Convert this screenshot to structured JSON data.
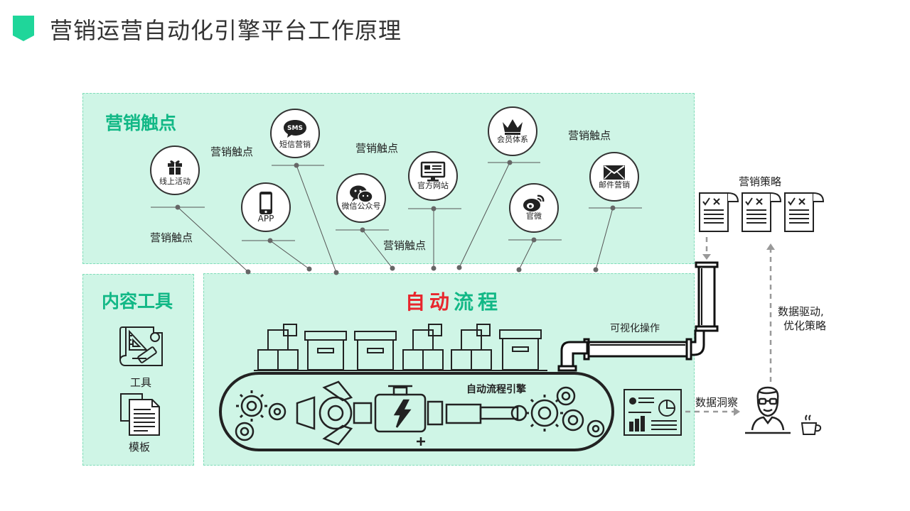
{
  "header": {
    "title": "营销运营自动化引擎平台工作原理",
    "accent": "#1fd69a"
  },
  "touchpoints": {
    "heading": "营销触点",
    "repeat_label": "营销触点",
    "items": [
      {
        "caption": "线上活动",
        "icon": "gift-icon"
      },
      {
        "caption": "APP",
        "icon": "phone-icon"
      },
      {
        "caption": "短信营销",
        "icon": "sms-bubble-icon"
      },
      {
        "caption": "微信公众号",
        "icon": "wechat-icon"
      },
      {
        "caption": "官方网站",
        "icon": "website-icon"
      },
      {
        "caption": "会员体系",
        "icon": "crown-icon"
      },
      {
        "caption": "官微",
        "icon": "weibo-icon"
      },
      {
        "caption": "邮件营销",
        "icon": "mail-icon"
      }
    ]
  },
  "content_tools": {
    "heading": "内容工具",
    "items": [
      {
        "caption": "工具",
        "icon": "blueprint-tools-icon"
      },
      {
        "caption": "模板",
        "icon": "document-template-icon"
      }
    ]
  },
  "automation": {
    "heading_red": "自动",
    "heading_green": "流程",
    "engine_label": "自动流程引擎",
    "pipe_label": "可视化操作"
  },
  "strategy": {
    "label": "营销策略",
    "driven_line1": "数据驱动,",
    "driven_line2": "优化策略",
    "insight_label": "数据洞察"
  },
  "colors": {
    "panel_bg": "#cff5e6",
    "panel_border": "#7fdcb8",
    "green": "#12b886",
    "red": "#e8262d"
  }
}
